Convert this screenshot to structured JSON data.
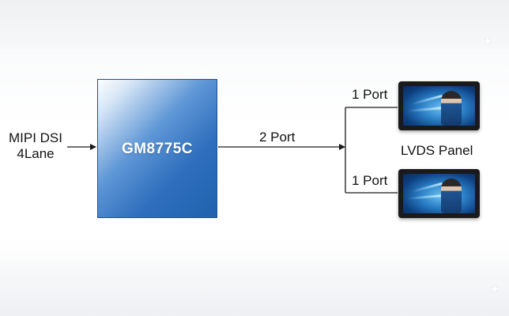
{
  "diagram": {
    "input_label_line1": "MIPI DSI",
    "input_label_line2": "4Lane",
    "chip_name": "GM8775C",
    "output_label": "2 Port",
    "panel_top_port": "1 Port",
    "panel_bottom_port": "1 Port",
    "panel_group_label": "LVDS Panel"
  },
  "colors": {
    "chip_blue": "#2f6fbd",
    "line": "#1a1a1a",
    "panel_bezel": "#1a1a1c"
  },
  "icons": [
    "arrow-right-icon",
    "lvds-panel-icon",
    "sparkle-icon"
  ]
}
